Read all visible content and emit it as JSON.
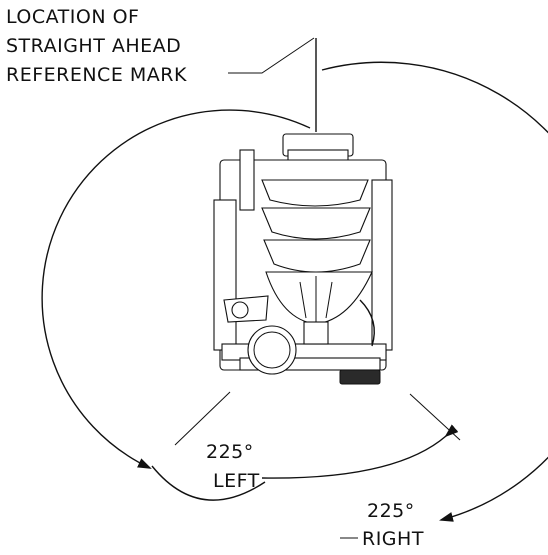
{
  "reference_label": {
    "line1": "LOCATION OF",
    "line2": "STRAIGHT AHEAD",
    "line3": "REFERENCE MARK"
  },
  "left_rotation": {
    "angle": "225°",
    "direction": "LEFT"
  },
  "right_rotation": {
    "angle": "225°",
    "direction": "RIGHT"
  }
}
